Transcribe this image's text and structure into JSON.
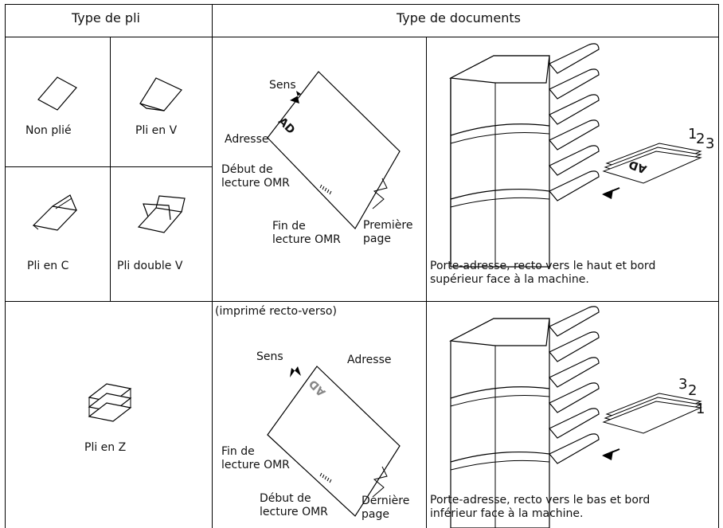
{
  "headers": {
    "fold_type": "Type de pli",
    "document_type": "Type de documents"
  },
  "folds": {
    "none": "Non plié",
    "v": "Pli en V",
    "c": "Pli en C",
    "double_v": "Pli double V",
    "z": "Pli en Z"
  },
  "doc1": {
    "sens": "Sens",
    "adresse": "Adresse",
    "ad": "AD",
    "debut_line1": "Début de",
    "debut_line2": "lecture OMR",
    "fin_line1": "Fin de",
    "fin_line2": "lecture OMR",
    "page_line1": "Première",
    "page_line2": "page"
  },
  "doc2": {
    "note": "(imprimé recto-verso)",
    "sens": "Sens",
    "adresse": "Adresse",
    "ad": "AD",
    "fin_line1": "Fin de",
    "fin_line2": "lecture OMR",
    "debut_line1": "Début de",
    "debut_line2": "lecture OMR",
    "page_line1": "Dernière",
    "page_line2": "page"
  },
  "machine1": {
    "stack_numbers": [
      "1",
      "2",
      "3"
    ],
    "ad": "AD",
    "caption_line1": "Porte-adresse, recto vers le haut et bord",
    "caption_line2": "supérieur face à la machine."
  },
  "machine2": {
    "stack_numbers": [
      "3",
      "2",
      "1"
    ],
    "caption_line1": "Porte-adresse, recto vers le bas et bord",
    "caption_line2": "inférieur face à la machine."
  }
}
